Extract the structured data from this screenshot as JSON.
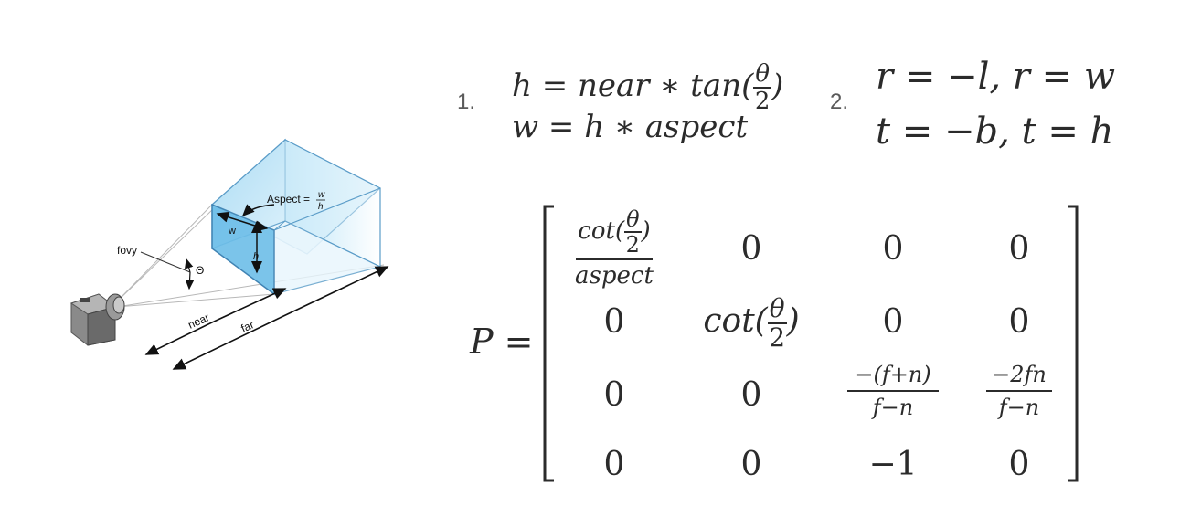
{
  "diagram": {
    "labels": {
      "fovy": "fovy",
      "theta": "Θ",
      "aspect_prefix": "Aspect =",
      "aspect_num": "w",
      "aspect_den": "h",
      "w": "w",
      "h": "h",
      "near": "near",
      "far": "far"
    },
    "colors": {
      "frustum_fill": "#9fd5f2",
      "frustum_stroke": "#3a7fb0",
      "camera": "#7a7a7a"
    }
  },
  "equations": {
    "item1_number": "1.",
    "eq1_line1_left": "h = near ∗ tan(",
    "eq1_line1_frac_num": "θ",
    "eq1_line1_frac_den": "2",
    "eq1_line1_right": ")",
    "eq1_line2": "w = h ∗ aspect",
    "item2_number": "2.",
    "eq2_line1": "r = −l, r = w",
    "eq2_line2": "t = −b, t = h"
  },
  "matrix": {
    "lhs": "P =",
    "r0c0_num_left": "cot(",
    "r0c0_num_frac_num": "θ",
    "r0c0_num_frac_den": "2",
    "r0c0_num_right": ")",
    "r0c0_den": "aspect",
    "r0c1": "0",
    "r0c2": "0",
    "r0c3": "0",
    "r1c0": "0",
    "r1c1_left": "cot(",
    "r1c1_frac_num": "θ",
    "r1c1_frac_den": "2",
    "r1c1_right": ")",
    "r1c2": "0",
    "r1c3": "0",
    "r2c0": "0",
    "r2c1": "0",
    "r2c2_num": "−(f+n)",
    "r2c2_den": "f−n",
    "r2c3_num": "−2fn",
    "r2c3_den": "f−n",
    "r3c0": "0",
    "r3c1": "0",
    "r3c2": "−1",
    "r3c3": "0"
  }
}
